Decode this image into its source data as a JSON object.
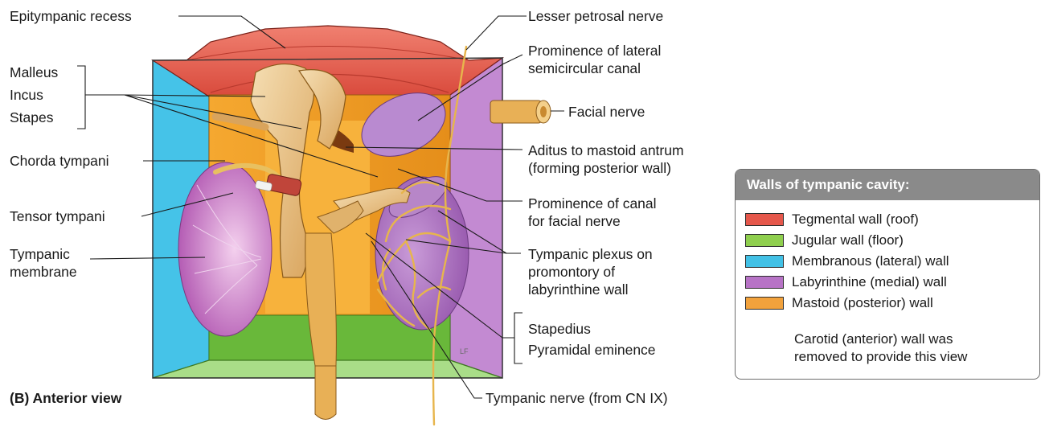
{
  "labels": {
    "epitympanic": "Epitympanic recess",
    "malleus": "Malleus",
    "incus": "Incus",
    "stapes": "Stapes",
    "chorda": "Chorda tympani",
    "tensor": "Tensor tympani",
    "tympanic_membrane": "Tympanic\nmembrane",
    "lesser_petrosal": "Lesser petrosal nerve",
    "prom_lateral": "Prominence of lateral\nsemicircular canal",
    "facial_nerve": "Facial nerve",
    "aditus": "Aditus to mastoid antrum\n(forming posterior wall)",
    "prom_facial": "Prominence of canal\nfor facial nerve",
    "plexus": "Tympanic plexus on\npromontory of\nlabyrinthine wall",
    "stapedius": "Stapedius",
    "pyramidal": "Pyramidal eminence",
    "tympanic_nerve": "Tympanic nerve (from CN IX)",
    "view": "(B) Anterior view",
    "signature": "LF"
  },
  "legend": {
    "title": "Walls of tympanic cavity:",
    "items": [
      {
        "label": "Tegmental wall (roof)",
        "color": "#e5574b"
      },
      {
        "label": "Jugular wall (floor)",
        "color": "#8fcf4e"
      },
      {
        "label": "Membranous (lateral) wall",
        "color": "#42c1e6"
      },
      {
        "label": "Labyrinthine (medial) wall",
        "color": "#b773c6"
      },
      {
        "label": "Mastoid (posterior) wall",
        "color": "#f2a23c"
      }
    ],
    "note": "Carotid (anterior) wall was\nremoved to provide this view"
  }
}
